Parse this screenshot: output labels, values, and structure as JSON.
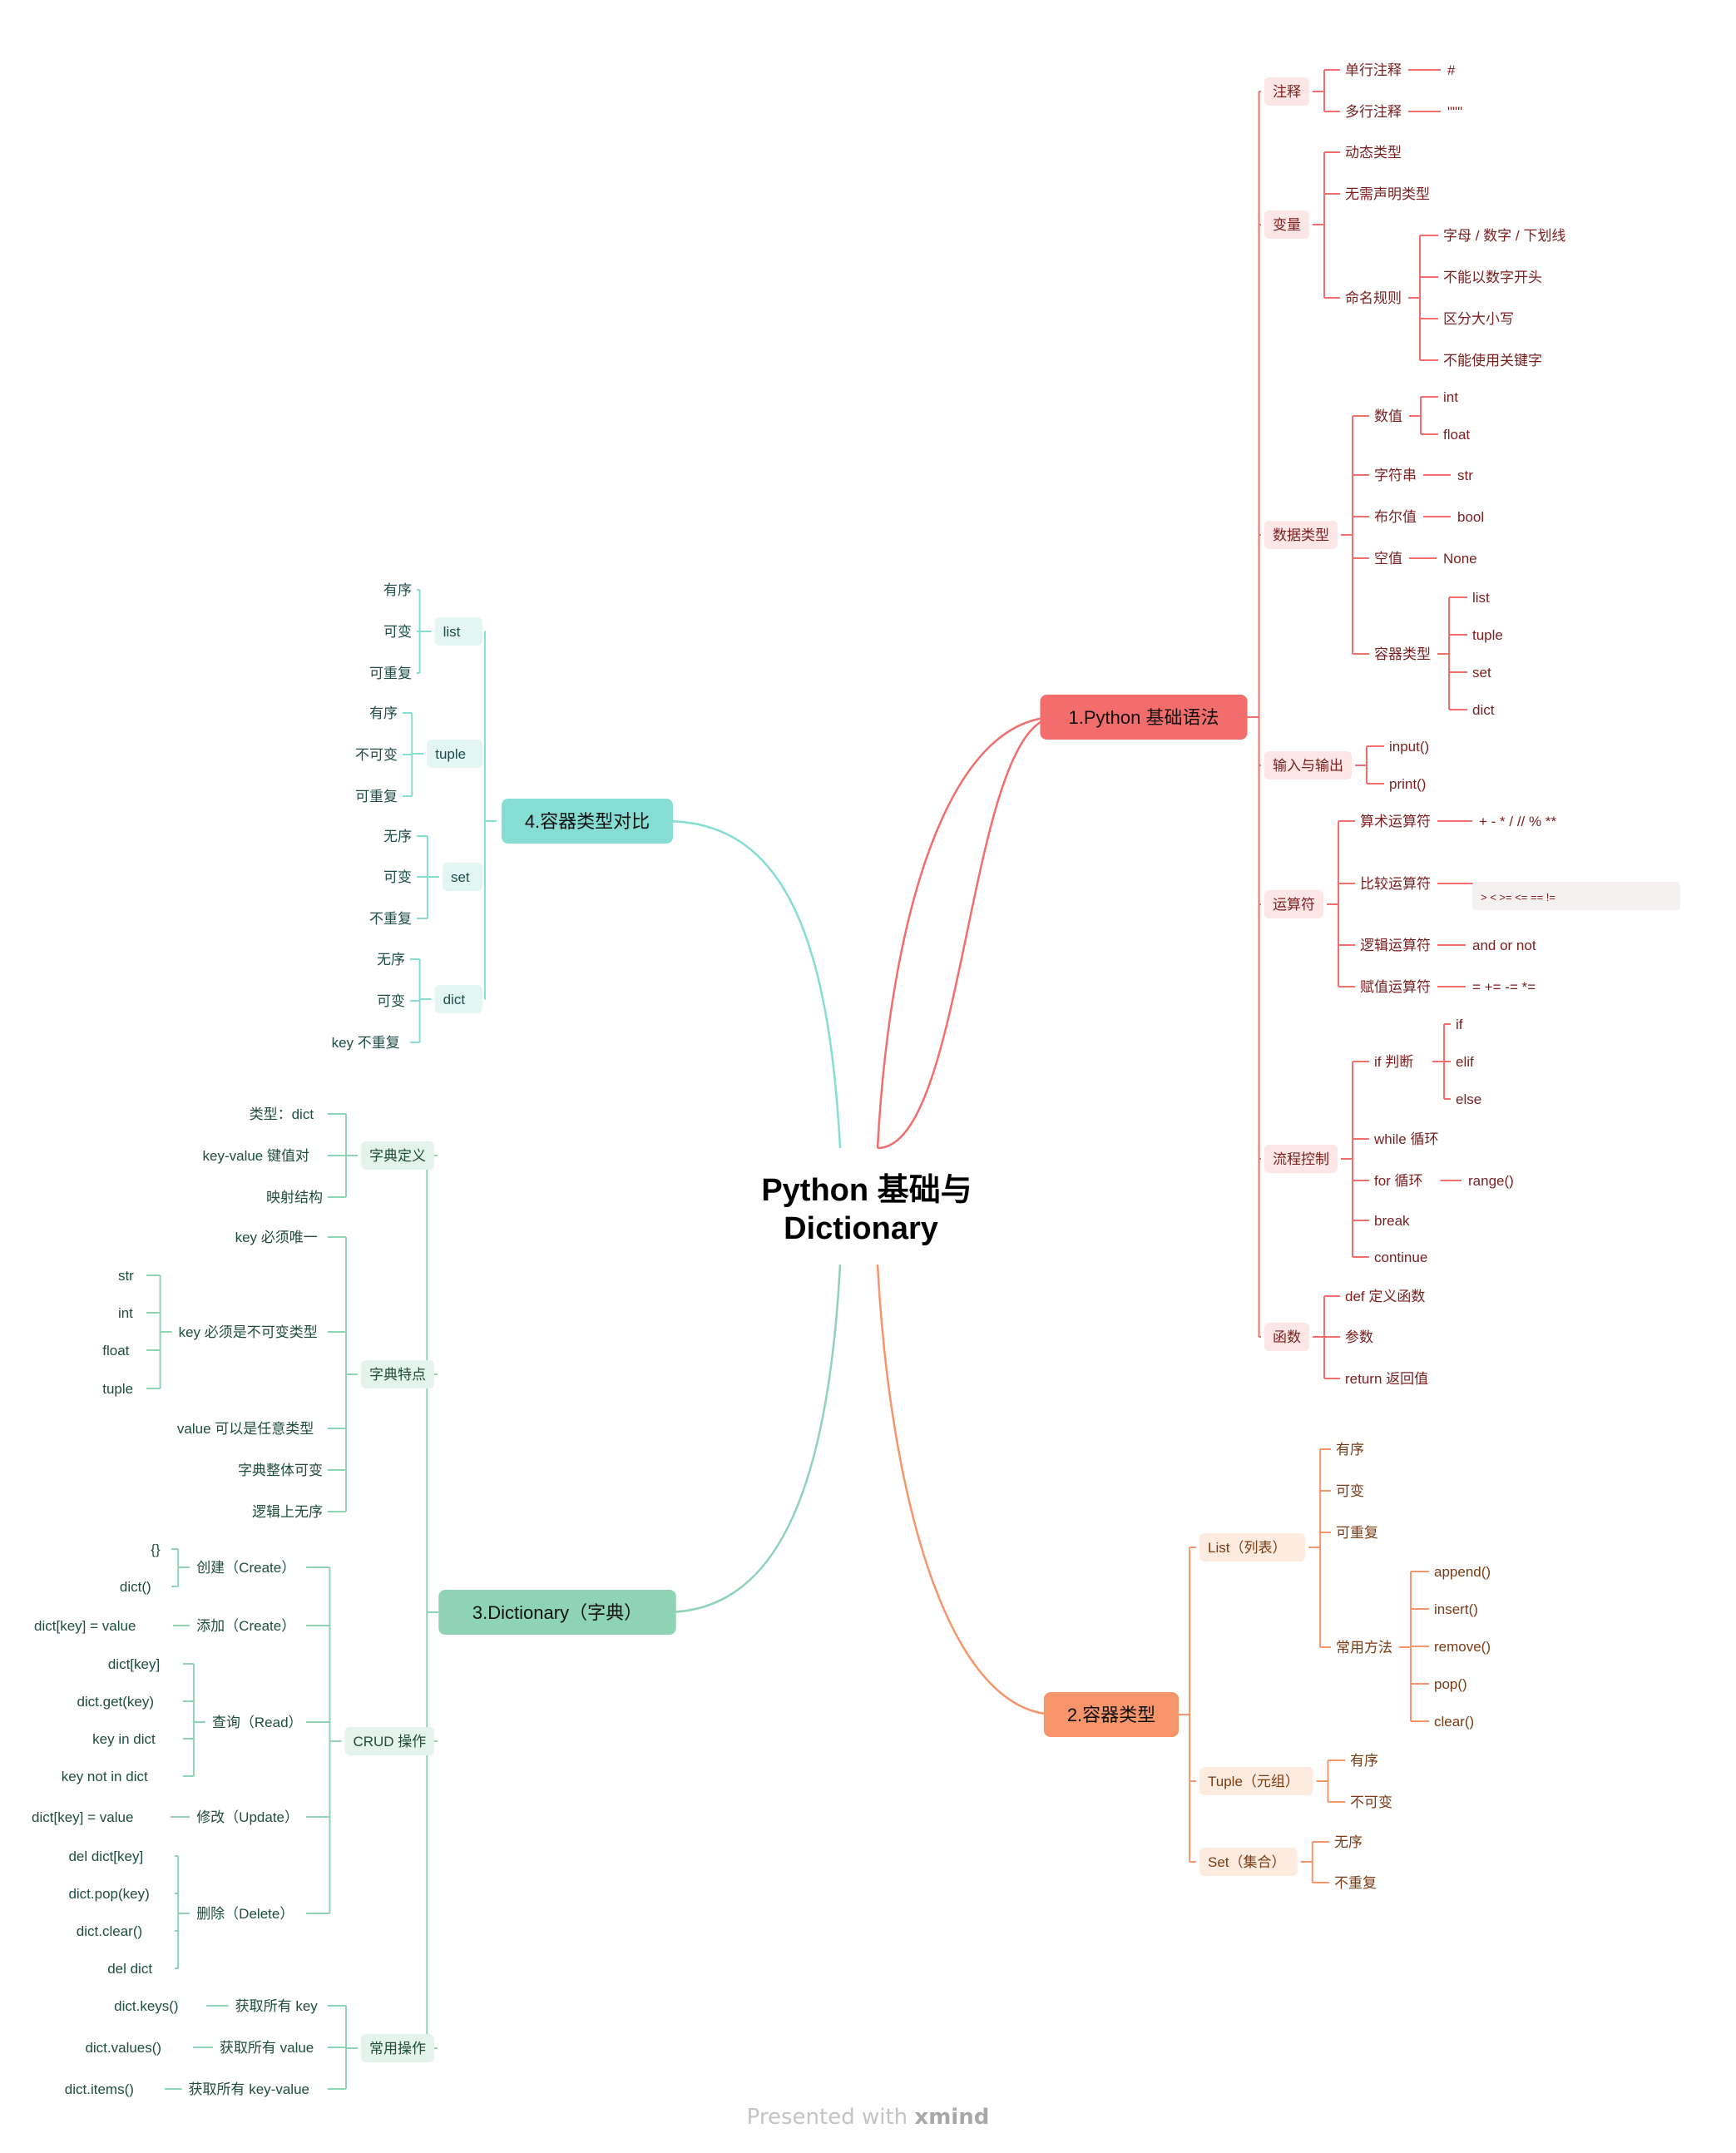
{
  "center": {
    "title_line1": "Python 基础与",
    "title_line2": "Dictionary"
  },
  "branches": [
    {
      "label": "1.Python 基础语法",
      "color": "#F26D6B",
      "children": [
        {
          "label": "注释",
          "children": [
            {
              "label": "单行注释",
              "value": "#"
            },
            {
              "label": "多行注释",
              "value": "\"\"\""
            }
          ]
        },
        {
          "label": "变量",
          "children": [
            {
              "label": "动态类型"
            },
            {
              "label": "无需声明类型"
            },
            {
              "label": "命名规则",
              "children": [
                {
                  "label": "字母 / 数字 / 下划线"
                },
                {
                  "label": "不能以数字开头"
                },
                {
                  "label": "区分大小写"
                },
                {
                  "label": "不能使用关键字"
                }
              ]
            }
          ]
        },
        {
          "label": "数据类型",
          "children": [
            {
              "label": "数值",
              "children": [
                {
                  "label": "int"
                },
                {
                  "label": "float"
                }
              ]
            },
            {
              "label": "字符串",
              "value": "str"
            },
            {
              "label": "布尔值",
              "value": "bool"
            },
            {
              "label": "空值",
              "value": "None"
            },
            {
              "label": "容器类型",
              "children": [
                {
                  "label": "list"
                },
                {
                  "label": "tuple"
                },
                {
                  "label": "set"
                },
                {
                  "label": "dict"
                }
              ]
            }
          ]
        },
        {
          "label": "输入与输出",
          "children": [
            {
              "label": "input()"
            },
            {
              "label": "print()"
            }
          ]
        },
        {
          "label": "运算符",
          "children": [
            {
              "label": "算术运算符",
              "value": "+ - * / // % **"
            },
            {
              "label": "比较运算符",
              "value": "> < >= <= == !="
            },
            {
              "label": "逻辑运算符",
              "value": "and or not"
            },
            {
              "label": "赋值运算符",
              "value": "= += -= *="
            }
          ]
        },
        {
          "label": "流程控制",
          "children": [
            {
              "label": "if 判断",
              "children": [
                {
                  "label": "if"
                },
                {
                  "label": "elif"
                },
                {
                  "label": "else"
                }
              ]
            },
            {
              "label": "while 循环"
            },
            {
              "label": "for 循环",
              "value": "range()"
            },
            {
              "label": "break"
            },
            {
              "label": "continue"
            }
          ]
        },
        {
          "label": "函数",
          "children": [
            {
              "label": "def 定义函数"
            },
            {
              "label": "参数"
            },
            {
              "label": "return 返回值"
            }
          ]
        }
      ]
    },
    {
      "label": "2.容器类型",
      "color": "#F7956A",
      "children": [
        {
          "label": "List（列表）",
          "children": [
            {
              "label": "有序"
            },
            {
              "label": "可变"
            },
            {
              "label": "可重复"
            },
            {
              "label": "常用方法",
              "children": [
                {
                  "label": "append()"
                },
                {
                  "label": "insert()"
                },
                {
                  "label": "remove()"
                },
                {
                  "label": "pop()"
                },
                {
                  "label": "clear()"
                }
              ]
            }
          ]
        },
        {
          "label": "Tuple（元组）",
          "children": [
            {
              "label": "有序"
            },
            {
              "label": "不可变"
            }
          ]
        },
        {
          "label": "Set（集合）",
          "children": [
            {
              "label": "无序"
            },
            {
              "label": "不重复"
            }
          ]
        }
      ]
    },
    {
      "label": "3.Dictionary（字典）",
      "color": "#8DD3B4",
      "children": [
        {
          "label": "字典定义",
          "children": [
            {
              "label": "类型：dict"
            },
            {
              "label": "key-value 键值对"
            },
            {
              "label": "映射结构"
            }
          ]
        },
        {
          "label": "字典特点",
          "children": [
            {
              "label": "key 必须唯一"
            },
            {
              "label": "key 必须是不可变类型",
              "children": [
                {
                  "label": "str"
                },
                {
                  "label": "int"
                },
                {
                  "label": "float"
                },
                {
                  "label": "tuple"
                }
              ]
            },
            {
              "label": "value 可以是任意类型"
            },
            {
              "label": "字典整体可变"
            },
            {
              "label": "逻辑上无序"
            }
          ]
        },
        {
          "label": "CRUD 操作",
          "children": [
            {
              "label": "创建（Create）",
              "children": [
                {
                  "label": "{}"
                },
                {
                  "label": "dict()"
                }
              ]
            },
            {
              "label": "添加（Create）",
              "value": "dict[key] = value"
            },
            {
              "label": "查询（Read）",
              "children": [
                {
                  "label": "dict[key]"
                },
                {
                  "label": "dict.get(key)"
                },
                {
                  "label": "key in dict"
                },
                {
                  "label": "key not in dict"
                }
              ]
            },
            {
              "label": "修改（Update）",
              "value": "dict[key] = value"
            },
            {
              "label": "删除（Delete）",
              "children": [
                {
                  "label": "del dict[key]"
                },
                {
                  "label": "dict.pop(key)"
                },
                {
                  "label": "dict.clear()"
                },
                {
                  "label": "del dict"
                }
              ]
            }
          ]
        },
        {
          "label": "常用操作",
          "children": [
            {
              "label": "获取所有 key",
              "value": "dict.keys()"
            },
            {
              "label": "获取所有 value",
              "value": "dict.values()"
            },
            {
              "label": "获取所有 key-value",
              "value": "dict.items()"
            }
          ]
        }
      ]
    },
    {
      "label": "4.容器类型对比",
      "color": "#86DDD3",
      "children": [
        {
          "label": "list",
          "children": [
            {
              "label": "有序"
            },
            {
              "label": "可变"
            },
            {
              "label": "可重复"
            }
          ]
        },
        {
          "label": "tuple",
          "children": [
            {
              "label": "有序"
            },
            {
              "label": "不可变"
            },
            {
              "label": "可重复"
            }
          ]
        },
        {
          "label": "set",
          "children": [
            {
              "label": "无序"
            },
            {
              "label": "可变"
            },
            {
              "label": "不重复"
            }
          ]
        },
        {
          "label": "dict",
          "children": [
            {
              "label": "无序"
            },
            {
              "label": "可变"
            },
            {
              "label": "key 不重复"
            }
          ]
        }
      ]
    }
  ],
  "footer": {
    "prefix": "Presented with",
    "brand": "xmind"
  }
}
